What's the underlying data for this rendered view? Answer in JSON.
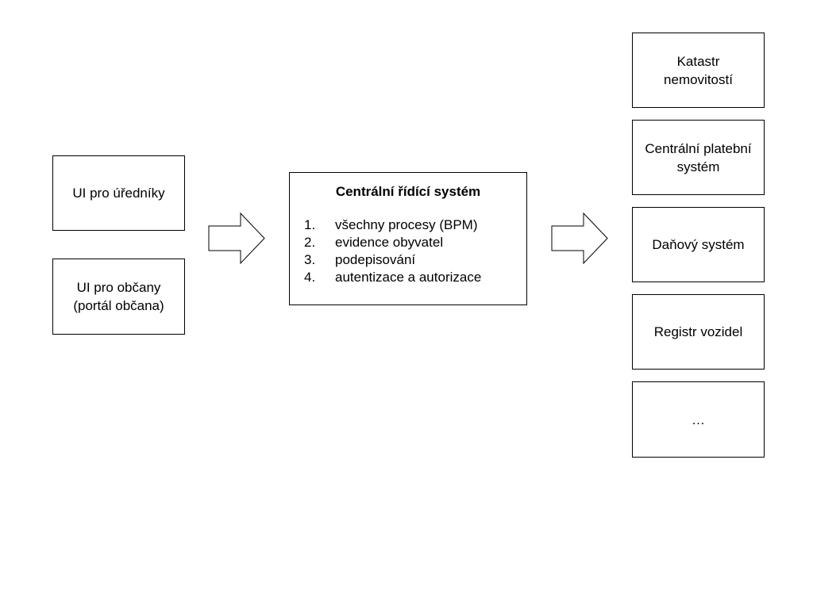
{
  "left_column": {
    "ui_officials": {
      "lines": [
        "UI pro úředníky"
      ]
    },
    "ui_citizens": {
      "lines": [
        "UI pro občany",
        "(portál občana)"
      ]
    }
  },
  "central": {
    "title": "Centrální řídící systém",
    "items": [
      {
        "number": "1.",
        "label": "všechny procesy (BPM)"
      },
      {
        "number": "2.",
        "label": "evidence obyvatel"
      },
      {
        "number": "3.",
        "label": "podepisování"
      },
      {
        "number": "4.",
        "label": "autentizace a autorizace"
      }
    ]
  },
  "registries": {
    "cadastre": {
      "lines": [
        "Katastr",
        "nemovitostí"
      ]
    },
    "payment": {
      "lines": [
        "Centrální platební",
        "systém"
      ]
    },
    "tax": {
      "lines": [
        "Daňový systém"
      ]
    },
    "vehicles": {
      "lines": [
        "Registr vozidel"
      ]
    },
    "more": {
      "lines": [
        "…"
      ]
    }
  },
  "arrows": {
    "stroke_color": "#000000",
    "fill_color": "#ffffff"
  }
}
